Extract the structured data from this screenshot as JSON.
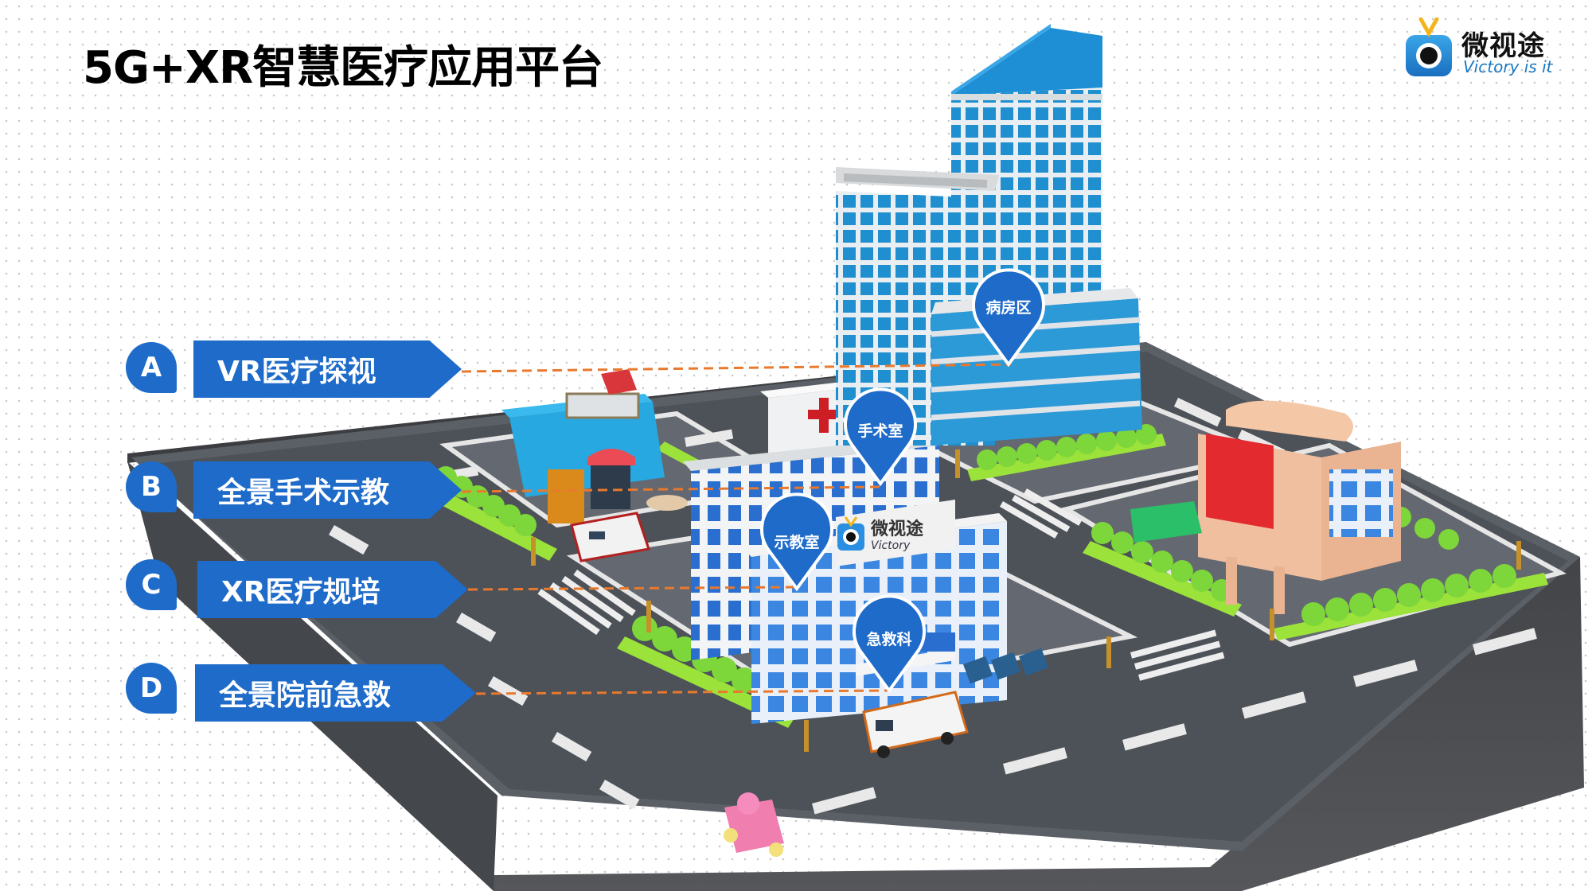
{
  "slide": {
    "title": "5G+XR智慧医疗应用平台"
  },
  "logo": {
    "name_cn": "微视途",
    "slogan": "Victory is it"
  },
  "callouts": [
    {
      "letter": "A",
      "label": "VR医疗探视"
    },
    {
      "letter": "B",
      "label": "全景手术示教"
    },
    {
      "letter": "C",
      "label": "XR医疗规培"
    },
    {
      "letter": "D",
      "label": "全景院前急救"
    }
  ],
  "pins": [
    {
      "label": "病房区",
      "links_to": "A"
    },
    {
      "label": "手术室",
      "links_to": "B"
    },
    {
      "label": "示教室",
      "links_to": "C"
    },
    {
      "label": "急救科",
      "links_to": "D"
    }
  ],
  "building_sign": {
    "name_cn": "微视途",
    "slogan": "Victory"
  },
  "colors": {
    "accent_blue": "#1e6bc9",
    "connector_orange": "#e8792e",
    "road_dark": "#4a4d52",
    "grass_green": "#9be23a"
  }
}
